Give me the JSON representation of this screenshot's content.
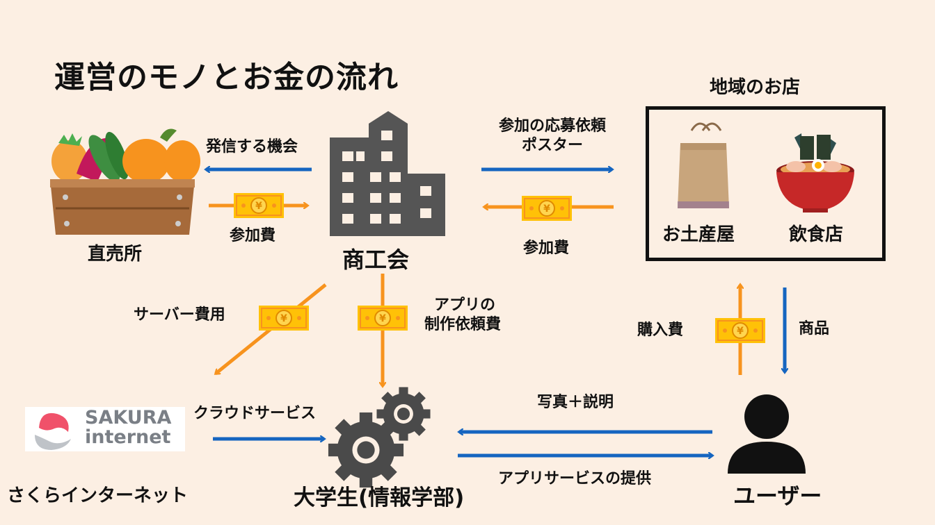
{
  "title": "運営のモノとお金の流れ",
  "nodes": {
    "shoko": "商工会",
    "chokubai": "直売所",
    "region_shops": "地域のお店",
    "souvenir": "お土産屋",
    "restaurant": "飲食店",
    "user": "ユーザー",
    "student": "大学生(情報学部)",
    "sakura_caption": "さくらインターネット"
  },
  "sakura_logo": {
    "line1": "SAKURA",
    "line2": "internet"
  },
  "edges": {
    "shoko_to_chokubai": "発信する機会",
    "chokubai_to_shoko": "参加費",
    "shoko_to_shops_1": "参加の応募依頼",
    "shoko_to_shops_2": "ポスター",
    "shops_to_shoko": "参加費",
    "server_cost": "サーバー費用",
    "app_cost_1": "アプリの",
    "app_cost_2": "制作依頼費",
    "purchase": "購入費",
    "goods": "商品",
    "cloud": "クラウドサービス",
    "photo": "写真＋説明",
    "app_service": "アプリサービスの提供"
  },
  "colors": {
    "background": "#fcefe3",
    "blue_arrow": "#1565c0",
    "orange_arrow": "#f7931e",
    "money": "#ffc107",
    "building": "#555555",
    "user": "#111111",
    "gear": "#4a4a4a"
  },
  "icons": {
    "money": "yen-bill-icon",
    "building": "building-icon",
    "user": "user-icon",
    "gear": "gears-icon",
    "vegetables": "vegetable-crate-icon",
    "bag": "shopping-bag-icon",
    "ramen": "ramen-bowl-icon"
  }
}
